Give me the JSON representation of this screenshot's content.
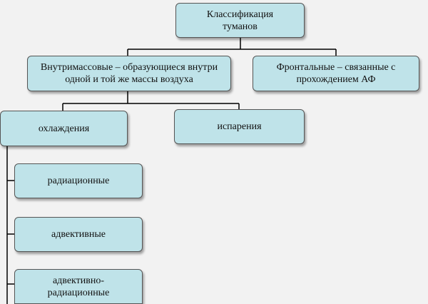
{
  "diagram": {
    "root": "Классификация\nтуманов",
    "intra_mass": "Внутримассовые – образующиеся внутри\nодной и той же массы воздуха",
    "frontal": "Фронтальные – связанные  с\nпрохождением АФ",
    "cooling": "охлаждения",
    "evaporation": "испарения",
    "radiation": "радиационные",
    "advective": "адвективные",
    "advective_radiation": "адвективно-\nрадиационные"
  },
  "colors": {
    "node_fill": "#bfe3e9",
    "node_border": "#555555",
    "connector": "#000000",
    "background": "#f2f2f2"
  }
}
